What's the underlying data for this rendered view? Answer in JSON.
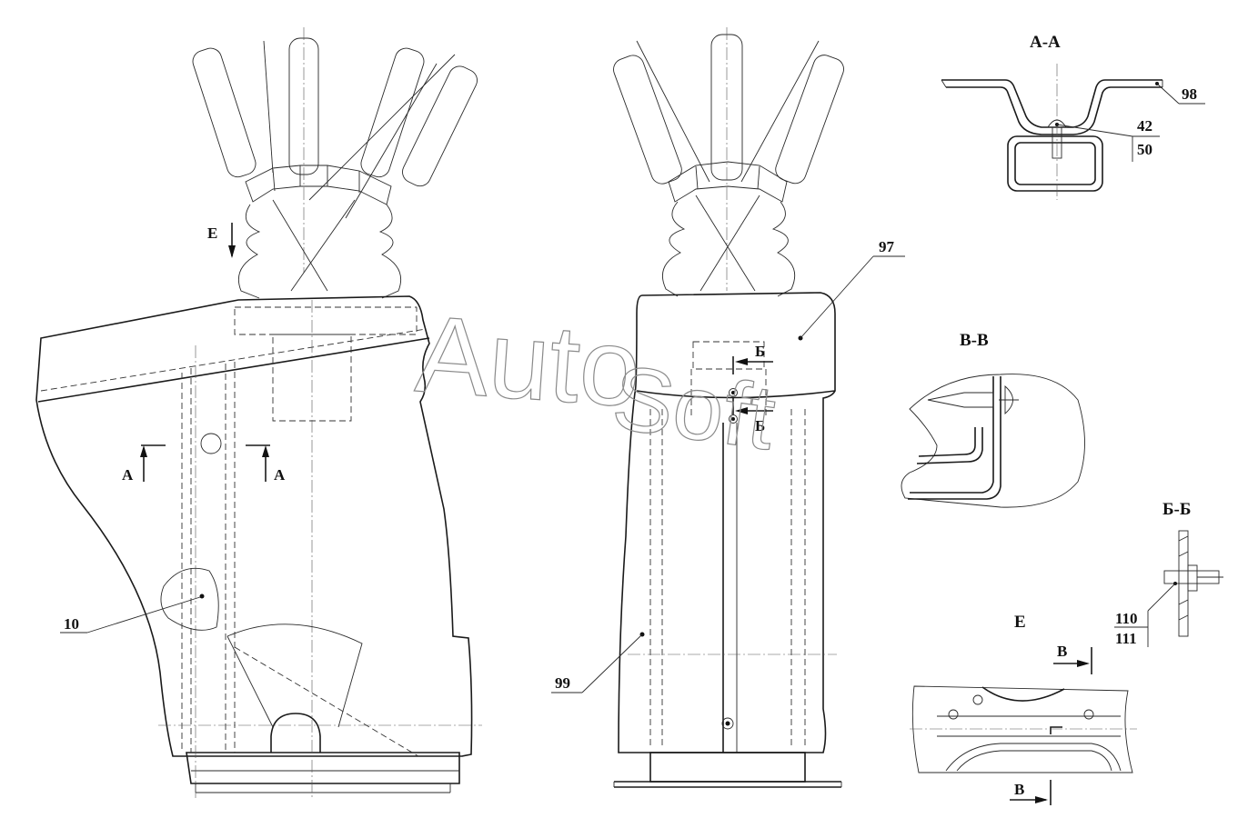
{
  "sections": {
    "aa": "А-А",
    "vv": "В-В",
    "bb": "Б-Б",
    "e": "Е"
  },
  "markers": {
    "e_arrow": "Е",
    "a_left": "А",
    "a_right": "А",
    "b_top": "Б",
    "b_bottom": "Б",
    "v_top": "В",
    "v_bottom": "В"
  },
  "callouts": {
    "p10": "10",
    "p97": "97",
    "p98": "98",
    "p99": "99",
    "p42": "42",
    "p50": "50",
    "p110": "110",
    "p111": "111"
  },
  "watermark": {
    "part1": "Auto",
    "part2": "Soft"
  }
}
